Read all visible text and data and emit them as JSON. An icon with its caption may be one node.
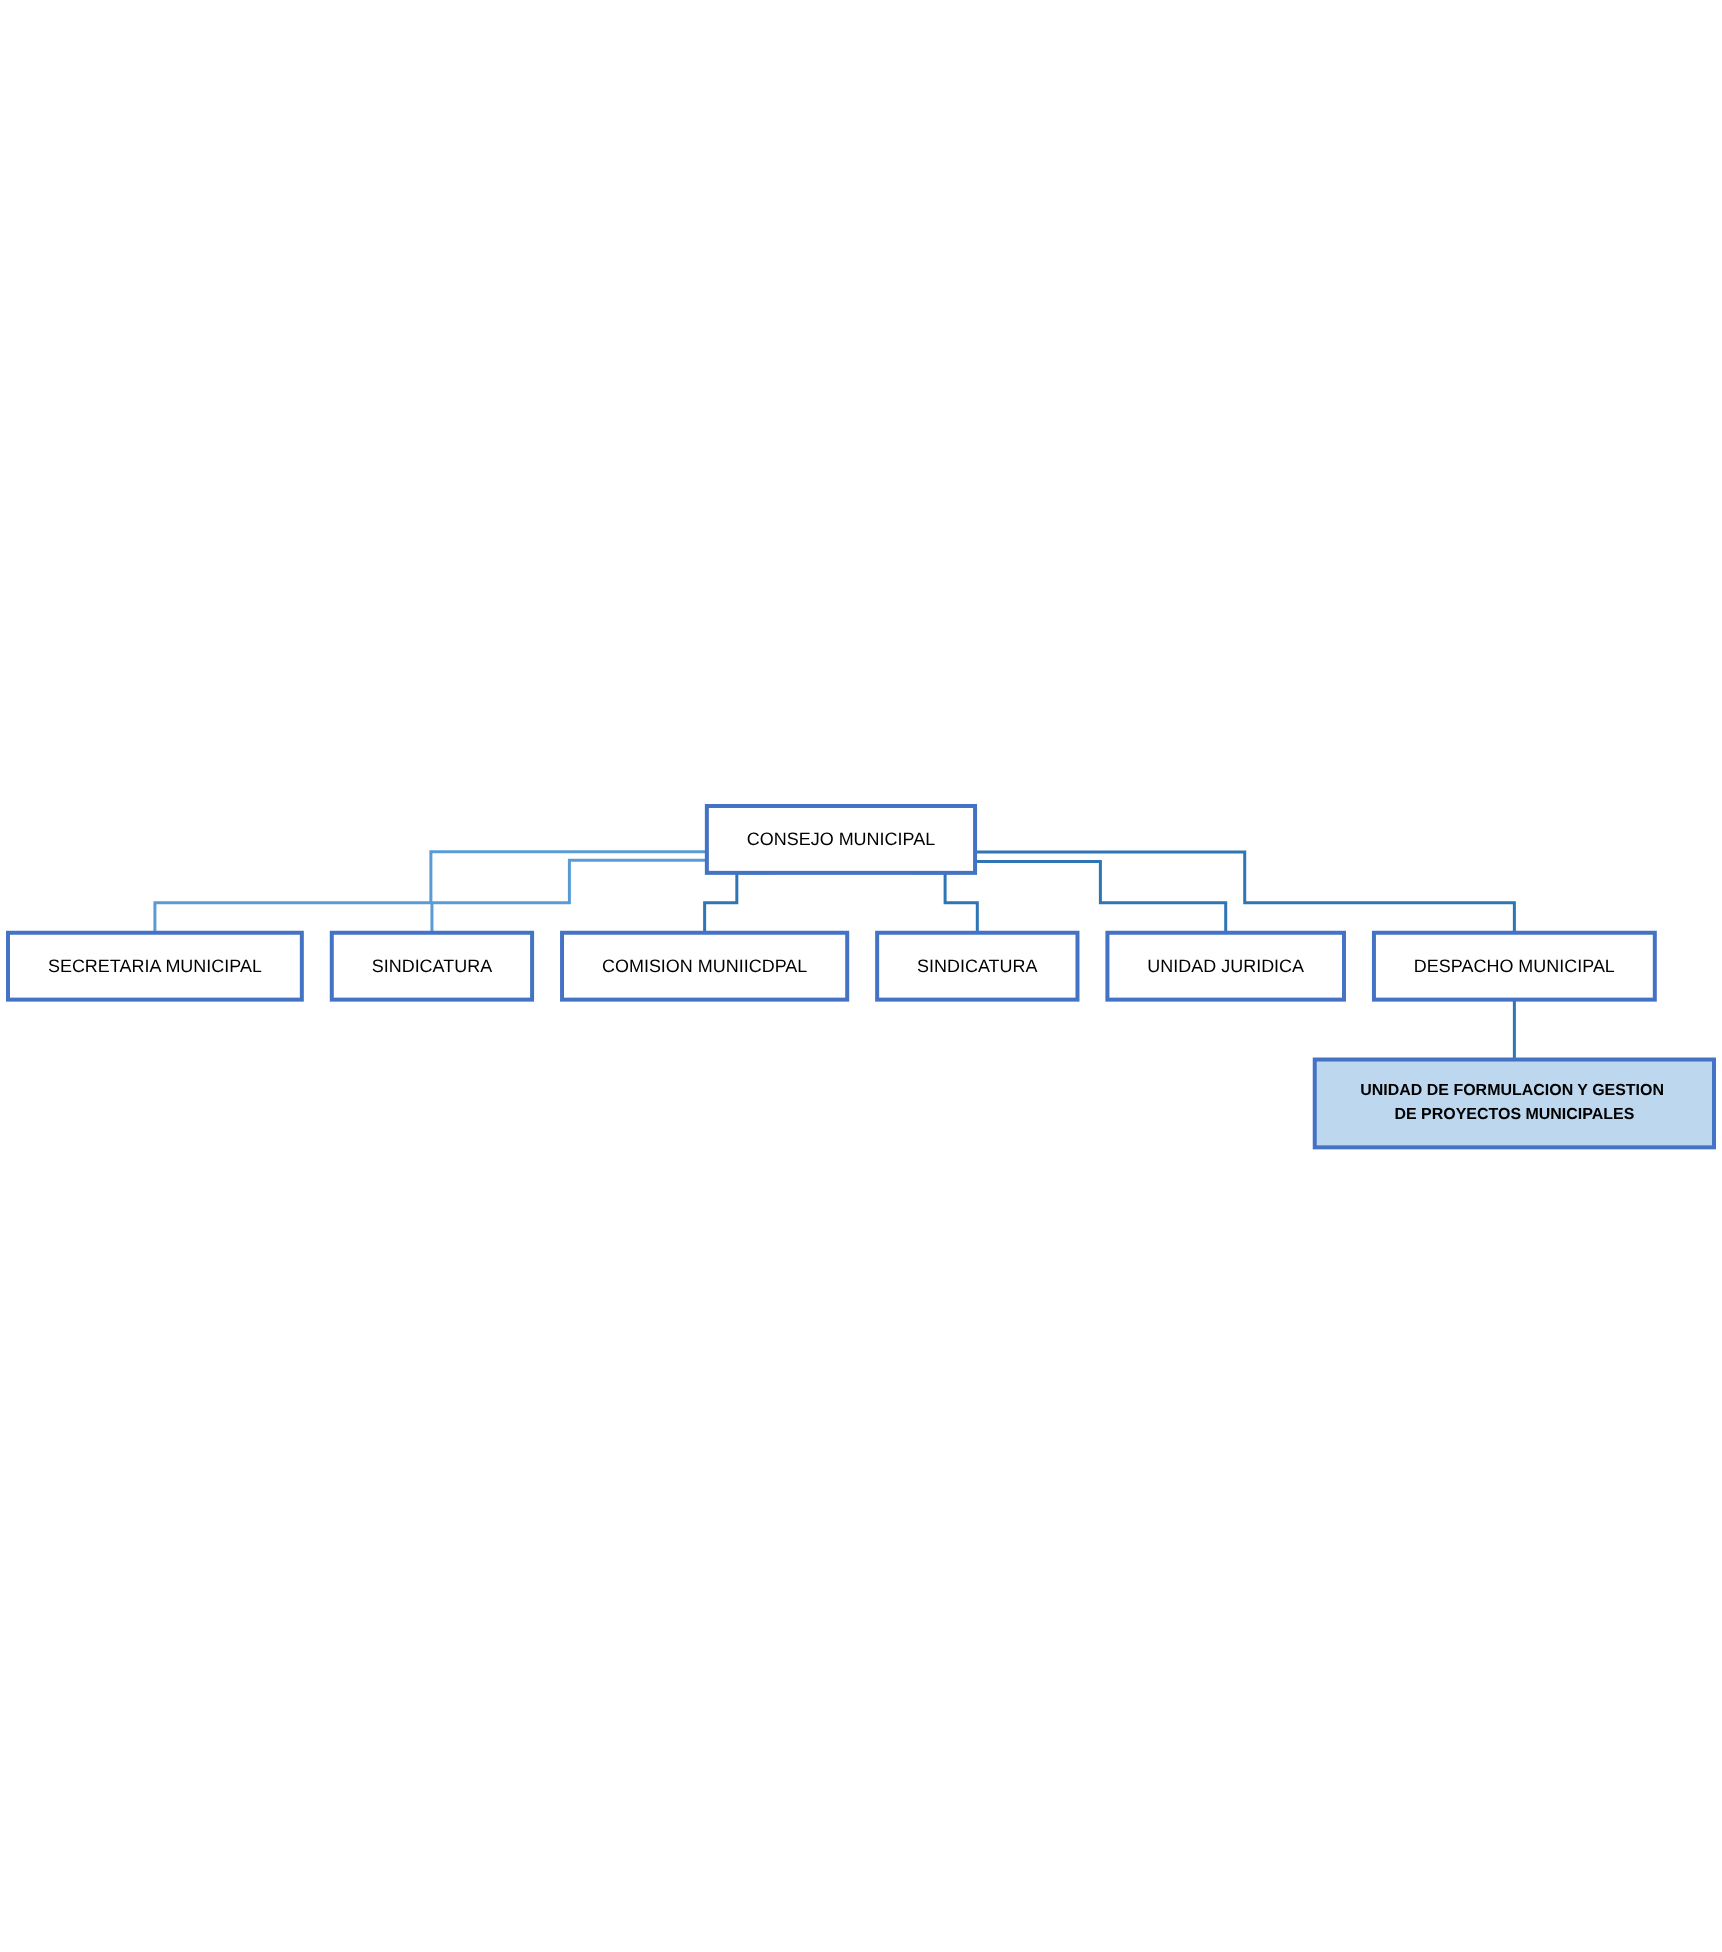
{
  "diagram": {
    "nodes": [
      {
        "text": [
          "CONSEJO MUNICIPAL"
        ]
      },
      {
        "text": [
          "SECRETARIA MUNICIPAL"
        ]
      },
      {
        "text": [
          "SINDICATURA"
        ]
      },
      {
        "text": [
          "COMISION MUNIICDPAL"
        ]
      },
      {
        "text": [
          "SINDICATURA"
        ]
      },
      {
        "text": [
          "UNIDAD JURIDICA"
        ]
      },
      {
        "text": [
          "DESPACHO MUNICIPAL"
        ]
      },
      {
        "text": [
          "UNIDAD DE FORMULACION Y GESTION DE PROYECTOS MUNICIPALES"
        ]
      }
    ],
    "edges": [
      {
        "from": 0,
        "to": 1,
        "arrow": "none",
        "color": "#5b9bd5"
      },
      {
        "from": 0,
        "to": 2,
        "arrow": "none",
        "color": "#5b9bd5"
      },
      {
        "from": 0,
        "to": 3,
        "arrow": "none"
      },
      {
        "from": 0,
        "to": 4,
        "arrow": "none"
      },
      {
        "from": 0,
        "to": 5,
        "arrow": "none"
      },
      {
        "from": 0,
        "to": 6,
        "arrow": "none"
      },
      {
        "from": 6,
        "to": 7,
        "arrow": "none"
      }
    ]
  }
}
